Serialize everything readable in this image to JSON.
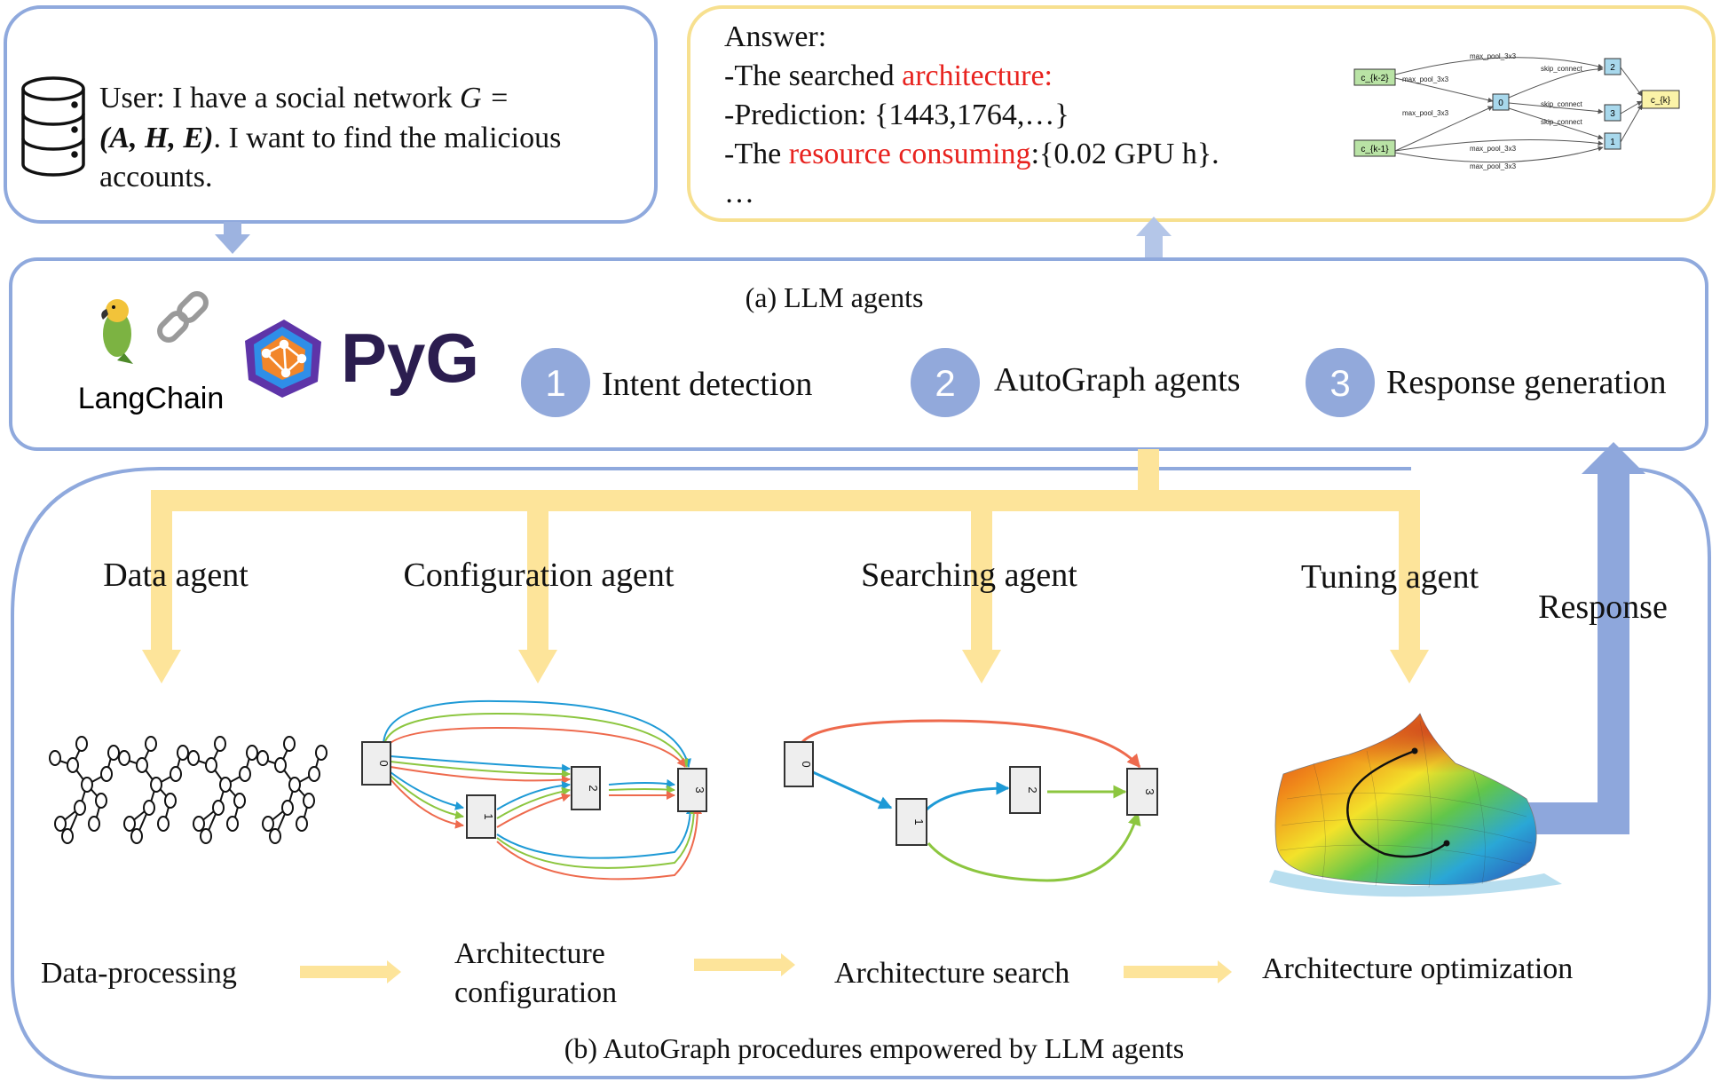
{
  "user_box": {
    "line1": "User: I have a social network ",
    "line1_math": "G =",
    "line2_math": "(A, H, E)",
    "line2_rest": ". I want to find the malicious",
    "line3": "accounts."
  },
  "answer_box": {
    "title": "Answer:",
    "line1_prefix": "-The searched ",
    "line1_highlight": "architecture:",
    "line2": "-Prediction: {1443,1764,…}",
    "line3_prefix": "-The ",
    "line3_highlight": "resource consuming",
    "line3_suffix": ":{0.02 GPU h}.",
    "line4": "…",
    "cell": {
      "input_a": "c_{k-2}",
      "input_b": "c_{k-1}",
      "nodes": [
        "0",
        "1",
        "2",
        "3"
      ],
      "output": "c_{k}",
      "edge_labels": [
        "max_pool_3x3",
        "max_pool_3x3",
        "skip_connect",
        "max_pool_3x3",
        "skip_connect",
        "skip_connect",
        "max_pool_3x3",
        "max_pool_3x3"
      ]
    }
  },
  "llm_panel": {
    "title": "(a) LLM agents",
    "langchain_label": "LangChain",
    "pyg_label": "PyG",
    "steps": [
      {
        "number": "1",
        "label": "Intent detection"
      },
      {
        "number": "2",
        "label": "AutoGraph agents"
      },
      {
        "number": "3",
        "label": "Response generation"
      }
    ]
  },
  "procedures": {
    "caption": "(b) AutoGraph procedures empowered by LLM agents",
    "agents": [
      "Data agent",
      "Configuration agent",
      "Searching agent",
      "Tuning agent"
    ],
    "response_label": "Response",
    "stages": [
      {
        "line1": "Data-processing",
        "line2": ""
      },
      {
        "line1": "Architecture",
        "line2": "configuration"
      },
      {
        "line1": "Architecture search",
        "line2": ""
      },
      {
        "line1": "Architecture optimization",
        "line2": ""
      }
    ],
    "config_graph_nodes": [
      "0",
      "1",
      "2",
      "3"
    ],
    "search_graph_nodes": [
      "0",
      "1",
      "2",
      "3"
    ]
  },
  "colors": {
    "box_border": "#8fa9dd",
    "answer_border": "#f7e08f",
    "yellow_arrow": "#fde49a",
    "blue_arrow": "#8ea7dc",
    "step_circle": "#92a9db",
    "highlight_red": "#e8231f",
    "pyg_text": "#2b1d4f"
  }
}
